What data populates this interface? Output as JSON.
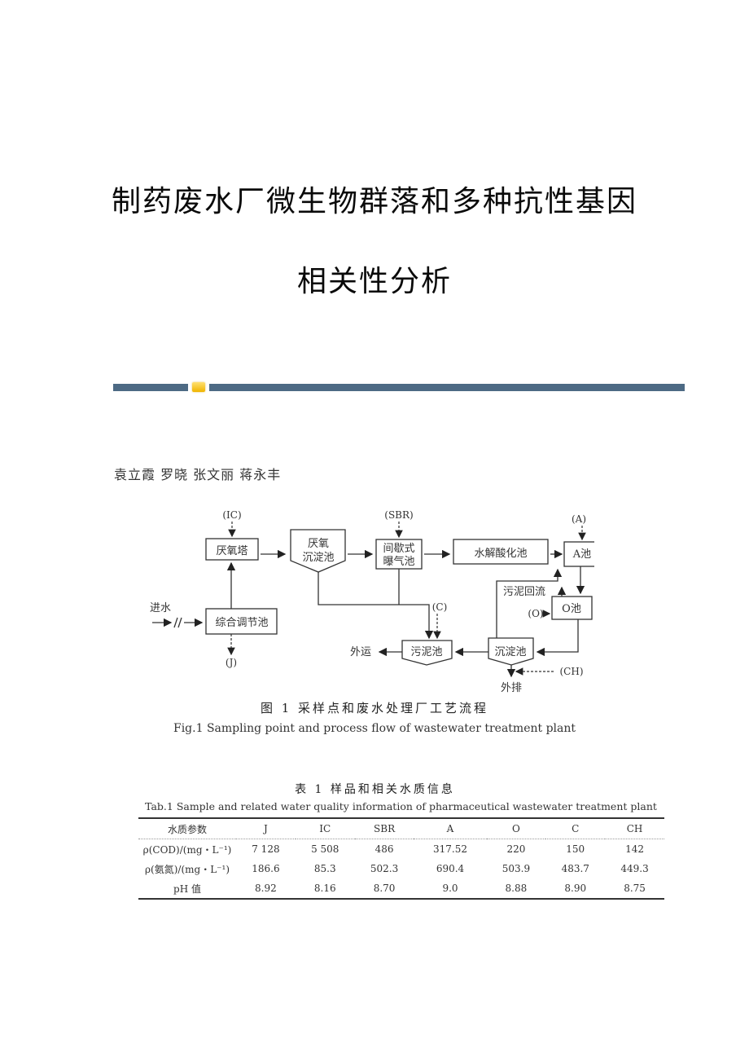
{
  "document": {
    "title_line1": "制药废水厂微生物群落和多种抗性基因",
    "title_line2": "相关性分析",
    "authors": "袁立霞  罗晓  张文丽  蒋永丰",
    "divider_colors": {
      "bar": "#4d6a84",
      "gem": "#f0b400"
    }
  },
  "figure1": {
    "caption_cn": "图 1   采样点和废水处理厂工艺流程",
    "caption_en": "Fig.1   Sampling point and process flow of wastewater treatment plant",
    "nodes": {
      "anaerobic_tower": "厌氧塔",
      "anaerobic_settling_l1": "厌氧",
      "anaerobic_settling_l2": "沉淀池",
      "sbr_l1": "间歇式",
      "sbr_l2": "曝气池",
      "hydrolysis": "水解酸化池",
      "a_tank": "A池",
      "o_tank": "O池",
      "equalization": "综合调节池",
      "sludge_tank": "污泥池",
      "settling_tank": "沉淀池"
    },
    "labels": {
      "inflow": "进水",
      "export": "外运",
      "discharge": "外排",
      "sludge_return": "污泥回流"
    },
    "sampling_points": {
      "ic": "(IC)",
      "sbr": "(SBR)",
      "a": "(A)",
      "o": "(O)",
      "c": "(C)",
      "ch": "(CH)",
      "j": "(J)"
    }
  },
  "table1": {
    "caption_cn": "表 1   样品和相关水质信息",
    "caption_en": "Tab.1   Sample and related water quality information of pharmaceutical wastewater treatment plant",
    "columns": [
      "水质参数",
      "J",
      "IC",
      "SBR",
      "A",
      "O",
      "C",
      "CH"
    ],
    "rows": [
      {
        "param": "ρ(COD)/(mg・L⁻¹)",
        "values": [
          "7 128",
          "5 508",
          "486",
          "317.52",
          "220",
          "150",
          "142"
        ]
      },
      {
        "param": "ρ(氨氮)/(mg・L⁻¹)",
        "values": [
          "186.6",
          "85.3",
          "502.3",
          "690.4",
          "503.9",
          "483.7",
          "449.3"
        ]
      },
      {
        "param": "pH 值",
        "values": [
          "8.92",
          "8.16",
          "8.70",
          "9.0",
          "8.88",
          "8.90",
          "8.75"
        ]
      }
    ]
  }
}
